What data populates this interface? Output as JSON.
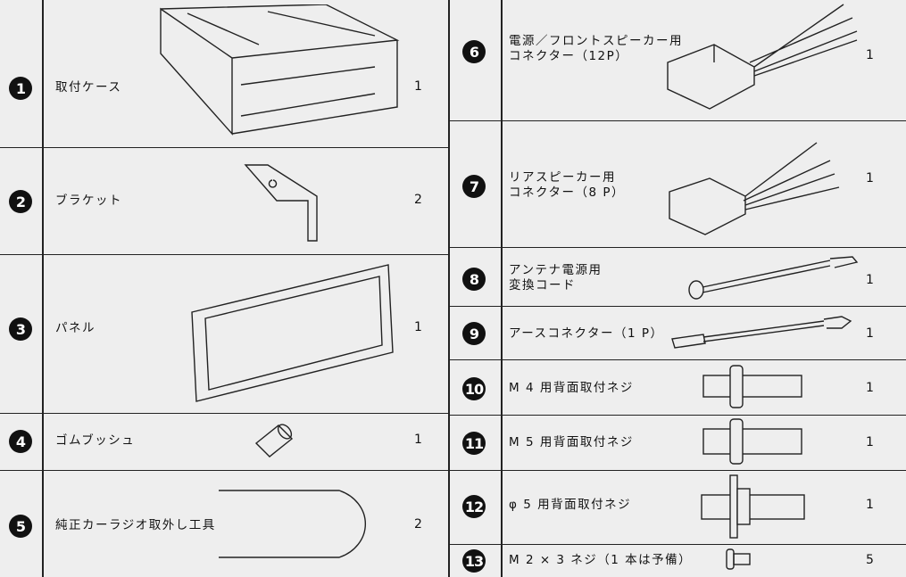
{
  "left_items": [
    {
      "no": "1",
      "name": "取付ケース",
      "qty": "1",
      "icon": "mounting-case"
    },
    {
      "no": "2",
      "name": "ブラケット",
      "qty": "2",
      "icon": "bracket"
    },
    {
      "no": "3",
      "name": "パネル",
      "qty": "1",
      "icon": "panel"
    },
    {
      "no": "4",
      "name": "ゴムブッシュ",
      "qty": "1",
      "icon": "rubber-bush"
    },
    {
      "no": "5",
      "name": "純正カーラジオ取外し工具",
      "qty": "2",
      "icon": "removal-tool"
    }
  ],
  "right_items": [
    {
      "no": "6",
      "name": "電源／フロントスピーカー用\nコネクター（12P）",
      "qty": "1",
      "icon": "connector-12p"
    },
    {
      "no": "7",
      "name": "リアスピーカー用\nコネクター（8 P）",
      "qty": "1",
      "icon": "connector-8p"
    },
    {
      "no": "8",
      "name": "アンテナ電源用\n変換コード",
      "qty": "1",
      "icon": "antenna-cord"
    },
    {
      "no": "9",
      "name": "アースコネクター（1 P）",
      "qty": "1",
      "icon": "ground-connector"
    },
    {
      "no": "10",
      "name": "M 4 用背面取付ネジ",
      "qty": "1",
      "icon": "screw"
    },
    {
      "no": "11",
      "name": "M 5 用背面取付ネジ",
      "qty": "1",
      "icon": "screw"
    },
    {
      "no": "12",
      "name": "φ 5 用背面取付ネジ",
      "qty": "1",
      "icon": "screw"
    },
    {
      "no": "13",
      "name": "M 2 × 3 ネジ（1 本は予備）",
      "qty": "5",
      "icon": "small-screw"
    }
  ]
}
